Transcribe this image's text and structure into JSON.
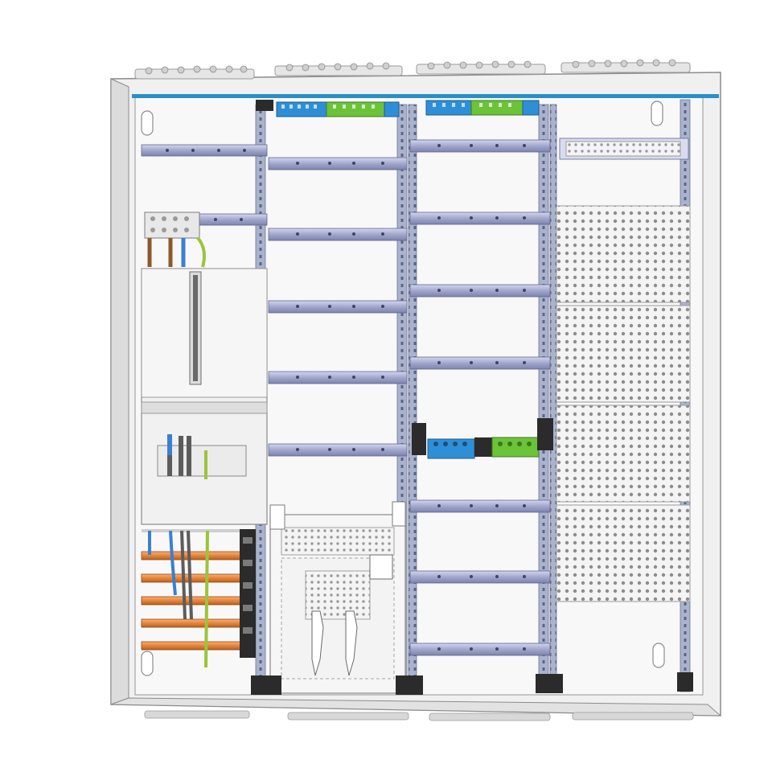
{
  "colors": {
    "background": "#ffffff",
    "housing": "#f2f2f2",
    "housing_edge": "#9a9a9a",
    "backplate": "#f7f7f7",
    "accent_trim": "#2a8fc4",
    "rail": "#9fa3c9",
    "rail_light": "#c9cce6",
    "upright": "#a9b4cf",
    "terminal_blue": "#2f8fd6",
    "terminal_green": "#6cc33a",
    "cable_brown": "#8a5a2b",
    "cable_blue": "#3b7fd0",
    "cable_gray": "#7a7a7a",
    "cable_green_yellow": "#9bc43a",
    "busbar_orange": "#e8863a",
    "perforated_panel": "#f3f3f3",
    "perforation": "#8d8d8d",
    "dark_part": "#2b2b2b"
  },
  "components": [
    {
      "name": "enclosure-housing",
      "icon": "cabinet-icon"
    },
    {
      "name": "meter-field",
      "icon": "meter-panel-icon"
    },
    {
      "name": "main-fuse-field",
      "icon": "fuse-panel-icon"
    },
    {
      "name": "busbar-system",
      "icon": "busbar-icon"
    },
    {
      "name": "din-rail-field-1",
      "icon": "din-rail-icon"
    },
    {
      "name": "din-rail-field-2",
      "icon": "din-rail-icon"
    },
    {
      "name": "cover-plate-field",
      "icon": "perforated-cover-icon"
    },
    {
      "name": "terminal-blocks",
      "icon": "terminal-block-icon"
    }
  ]
}
